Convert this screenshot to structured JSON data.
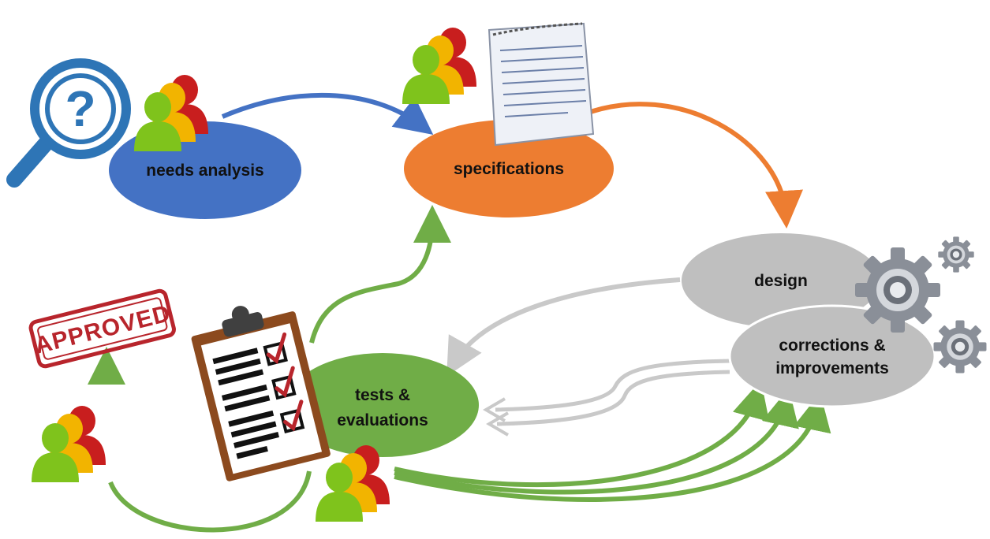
{
  "nodes": {
    "needs_analysis": {
      "label": "needs analysis",
      "color": "#4472c4"
    },
    "specifications": {
      "label": "specifications",
      "color": "#ed7d31"
    },
    "design": {
      "label": "design",
      "color": "#bfbfbf"
    },
    "corrections": {
      "label_line1": "corrections &",
      "label_line2": "improvements",
      "color": "#bfbfbf"
    },
    "tests": {
      "label_line1": "tests &",
      "label_line2": "evaluations",
      "color": "#70ad47"
    }
  },
  "stamp": {
    "text": "APPROVED",
    "color": "#b8252c"
  },
  "magnifier": {
    "symbol": "?",
    "color": "#2e75b6"
  },
  "icons": [
    "magnifier-question-icon",
    "users-group-icon",
    "document-icon",
    "gears-icon",
    "clipboard-checklist-icon",
    "approved-stamp-icon"
  ],
  "arrow_colors": {
    "blue": "#4472c4",
    "orange": "#ed7d31",
    "gray": "#c9c9c9",
    "green": "#70ad47"
  }
}
